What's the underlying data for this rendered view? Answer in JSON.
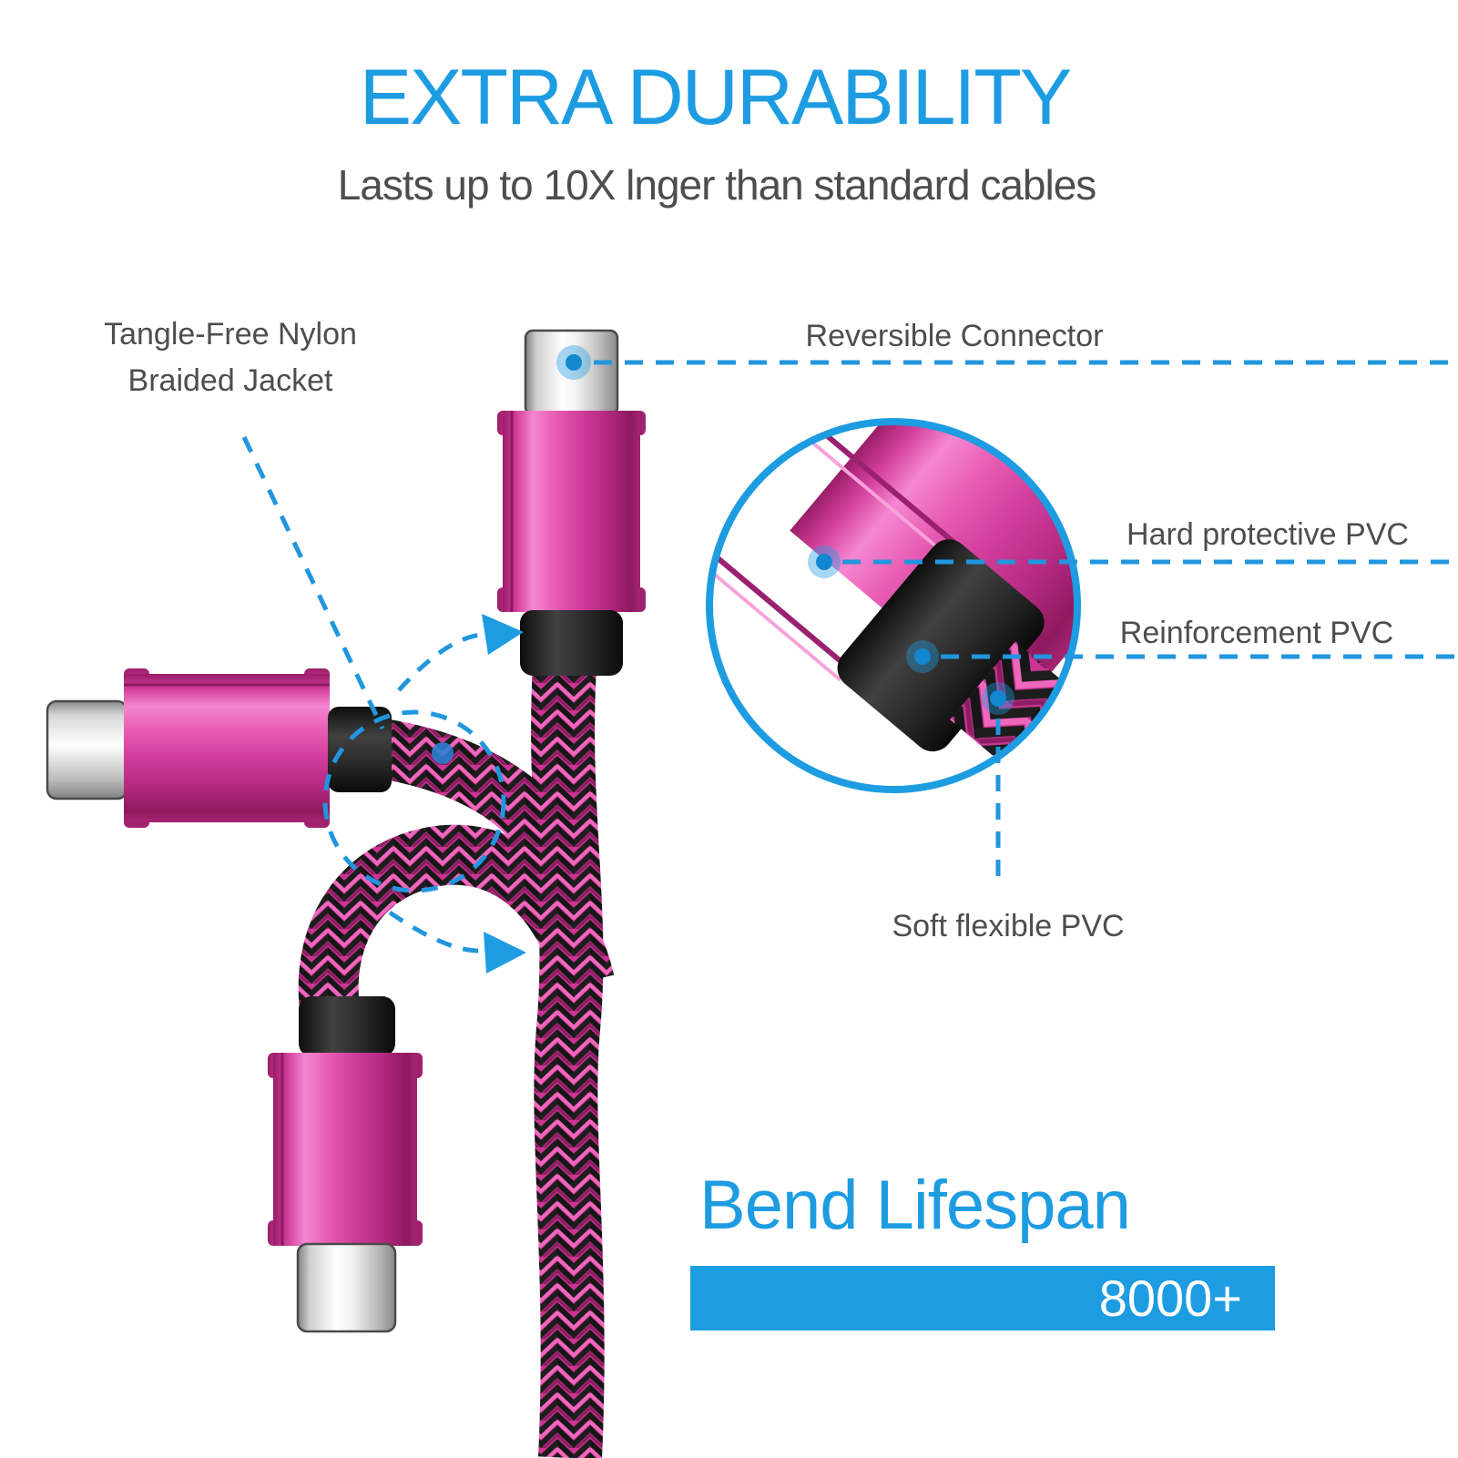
{
  "title": "EXTRA DURABILITY",
  "subtitle": "Lasts up to 10X lnger than standard cables",
  "callouts": {
    "tangle_free": {
      "line1": "Tangle-Free Nylon",
      "line2": "Braided Jacket"
    },
    "reversible_connector": "Reversible Connector",
    "hard_protective_pvc": "Hard protective PVC",
    "reinforcement_pvc": "Reinforcement PVC",
    "soft_flexible_pvc": "Soft flexible PVC"
  },
  "bend_lifespan": {
    "heading": "Bend Lifespan",
    "value": "8000+"
  },
  "colors": {
    "accent_blue": "#1d9ce2",
    "label_gray": "#4d4d4d",
    "cable_pink": "#cb3492",
    "connector_pink": "#d8439f",
    "braid_black": "#161616",
    "bar_blue": "#1d9ce2",
    "bar_text": "#ffffff"
  },
  "chart_data": {
    "type": "bar",
    "categories": [
      "Bend Lifespan"
    ],
    "values": [
      "8000+"
    ],
    "title": "Bend Lifespan",
    "note": "single horizontal blue bar with right-aligned value label"
  }
}
